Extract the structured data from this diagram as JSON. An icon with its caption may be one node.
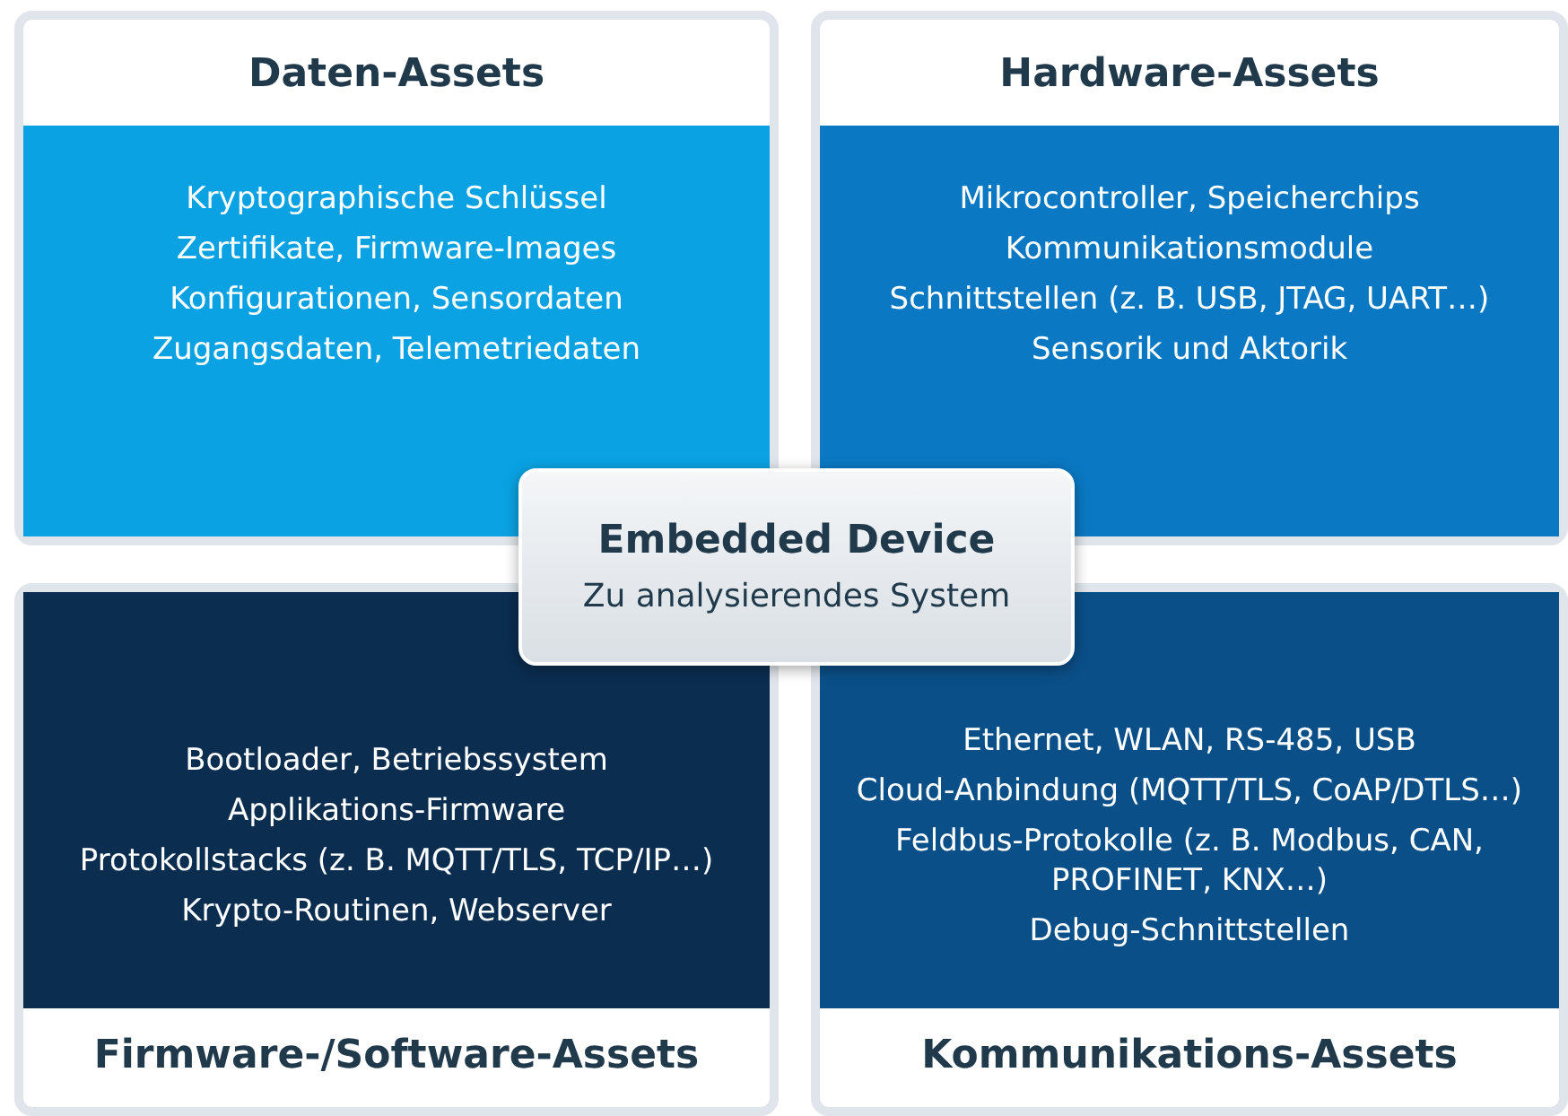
{
  "diagram": {
    "nodes": [
      {
        "text": [
          "Daten-Assets",
          "Kryptographische Schlüssel",
          "Zertifikate, Firmware-Images",
          "Konfigurationen, Sensordaten",
          "Zugangsdaten, Telemetriedaten"
        ]
      },
      {
        "text": [
          "Hardware-Assets",
          "Mikrocontroller, Speicherchips",
          "Kommunikationsmodule",
          "Schnittstellen (z. B. USB, JTAG, UART…)",
          "Sensorik und Aktorik"
        ]
      },
      {
        "text": [
          "Embedded Device",
          "Zu analysierendes System"
        ]
      },
      {
        "text": [
          "Bootloader, Betriebssystem",
          "Applikations-Firmware",
          "Protokollstacks (z. B. MQTT/TLS, TCP/IP…)",
          "Krypto-Routinen, Webserver",
          "Firmware-/Software-Assets"
        ]
      },
      {
        "text": [
          "Ethernet, WLAN, RS-485, USB",
          "Cloud-Anbindung (MQTT/TLS, CoAP/DTLS…)",
          "Feldbus-Protokolle (z. B. Modbus, CAN, PROFINET, KNX…)",
          "Debug-Schnittstellen",
          "Kommunikations-Assets"
        ]
      }
    ],
    "edges": []
  }
}
